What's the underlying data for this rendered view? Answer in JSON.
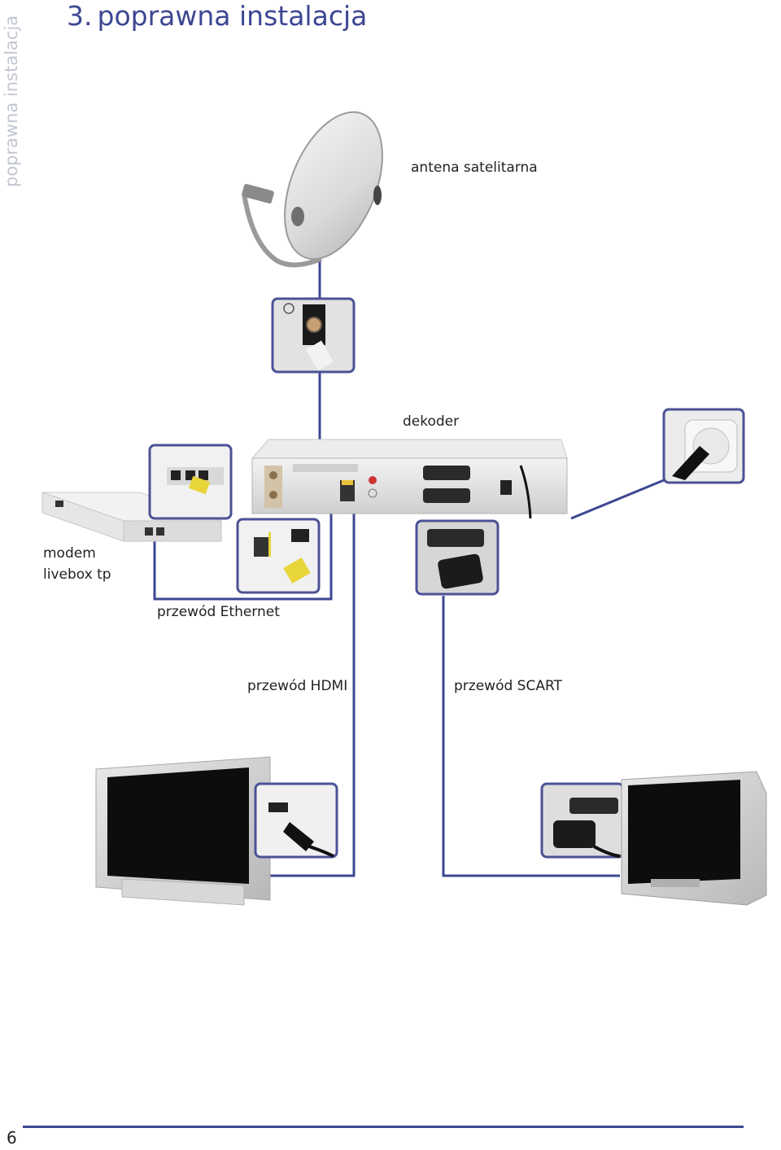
{
  "sidebar": {
    "label": "poprawna instalacja"
  },
  "header": {
    "number": "3.",
    "title": "poprawna instalacja"
  },
  "labels": {
    "antenna": "antena satelitarna",
    "decoder": "dekoder",
    "modem_line1": "modem",
    "modem_line2": "livebox tp",
    "ethernet": "przewód Ethernet",
    "hdmi": "przewód HDMI",
    "scart": "przewód SCART"
  },
  "footer": {
    "page_number": "6"
  },
  "colors": {
    "accent": "#3d4793",
    "callout_border": "#4b5296",
    "device_gray": "#d9d9db",
    "screen_black": "#0d0d0d"
  }
}
